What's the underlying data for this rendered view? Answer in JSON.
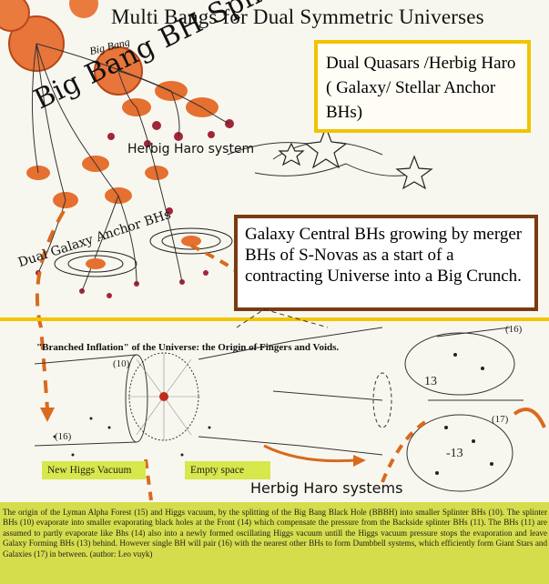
{
  "title": "Multi Bangs for Dual Symmetric Universes",
  "top": {
    "big_bang_label": "Big Bang",
    "splinters_label": "Big Bang BH Splinters",
    "herbig_label": "Herbig Haro system",
    "anchor_label": "Dual Galaxy Anchor BHs",
    "quasar_callout": "Dual Quasars /Herbig Haro ( Galaxy/ Stellar Anchor BHs)",
    "crunch_callout": "Galaxy Central BHs growing by merger BHs of S-Novas as a start of a contracting Universe into a Big Crunch."
  },
  "bottom": {
    "heading": "\"Branched Inflation\" of the Universe: the Origin of Fingers and Voids.",
    "tag_higgs": "New Higgs Vacuum",
    "tag_empty": "Empty space",
    "herbig_systems": "Herbig Haro systems",
    "label_13": "13",
    "label_neg13": "-13",
    "label_16": "(16)",
    "label_17": "(17)",
    "label_10": "(10)"
  },
  "caption": "The origin of the Lyman Alpha Forest (15) and Higgs vacuum, by the splitting of the Big Bang Black Hole (BBBH) into smaller Splinter BHs (10). The splinter BHs (10) evaporate into smaller evaporating black holes at the Front (14) which compensate the pressure from the Backside splinter BHs (11). The BHs (11) are assumed to partly evaporate like Bhs (14) also into a newly formed oscillating Higgs vacuum untill the Higgs vacuum pressure stops the evaporation and leave Galaxy Forming BHs (13) behind. However single BH will pair (16) with the nearest other BHs to form Dumbbell systems, which efficiently form Giant Stars and Galaxies (17) in between. (author: Leo vuyk)",
  "colors": {
    "frame_yellow": "#f2c400",
    "callout_brown": "#7a3b12",
    "orange": "#d96a1f",
    "caption_bg": "#d5dd4c"
  }
}
